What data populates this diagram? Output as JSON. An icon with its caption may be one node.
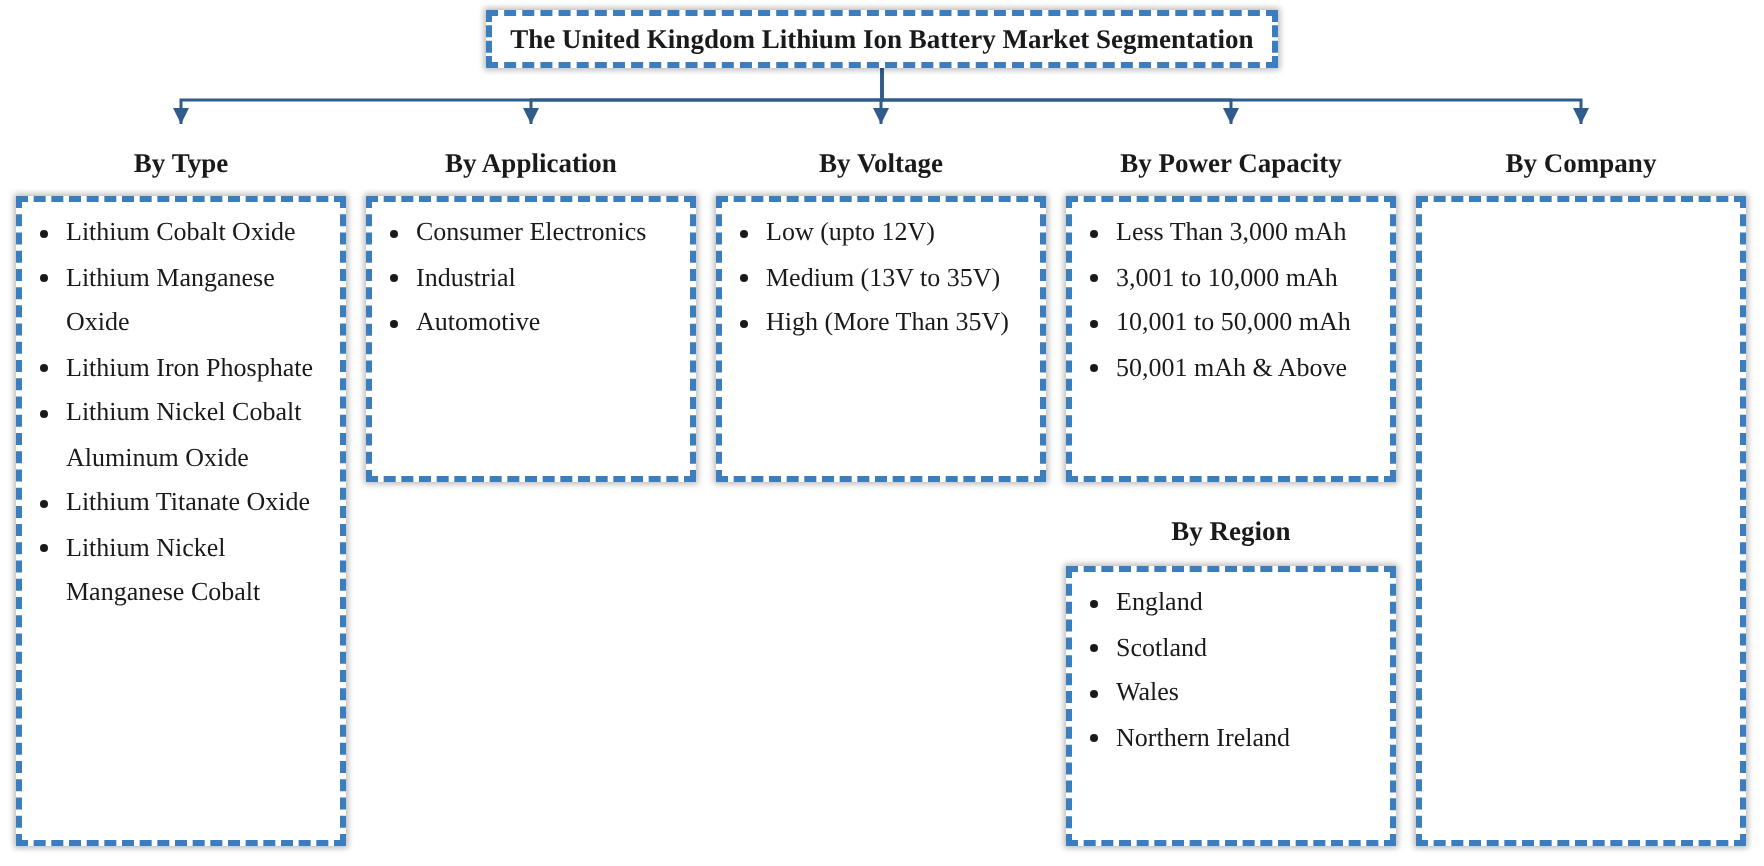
{
  "diagram": {
    "nodes": [
      {
        "text": [
          "The United Kingdom Lithium Ion Battery Market Segmentation"
        ]
      },
      {
        "text": [
          "By Type",
          "Lithium Cobalt Oxide",
          "Lithium Manganese Oxide",
          "Lithium Iron Phosphate",
          "Lithium Nickel Cobalt Aluminum Oxide",
          "Lithium Titanate Oxide",
          "Lithium Nickel Manganese Cobalt"
        ]
      },
      {
        "text": [
          "By Application",
          "Consumer Electronics",
          "Industrial",
          "Automotive"
        ]
      },
      {
        "text": [
          "By Voltage",
          "Low (upto 12V)",
          "Medium (13V to 35V)",
          "High (More Than 35V)"
        ]
      },
      {
        "text": [
          "By Power Capacity",
          "Less Than 3,000 mAh",
          "3,001 to 10,000 mAh",
          "10,001 to 50,000 mAh",
          "50,001 mAh & Above"
        ]
      },
      {
        "text": [
          "By Company"
        ]
      },
      {
        "text": [
          "By Region",
          "England",
          "Scotland",
          "Wales",
          "Northern Ireland"
        ]
      }
    ],
    "edges": [
      {
        "from": 0,
        "to": 1,
        "arrow": "to"
      },
      {
        "from": 0,
        "to": 2,
        "arrow": "to"
      },
      {
        "from": 0,
        "to": 3,
        "arrow": "to"
      },
      {
        "from": 0,
        "to": 4,
        "arrow": "to"
      },
      {
        "from": 0,
        "to": 5,
        "arrow": "to"
      }
    ]
  }
}
